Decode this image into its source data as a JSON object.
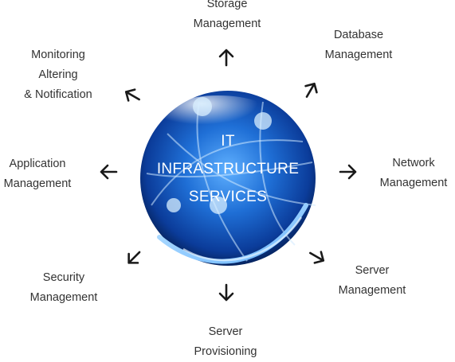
{
  "center": {
    "lines": [
      "IT",
      "INFRASTRUCTURE",
      "SERVICES"
    ]
  },
  "nodes": [
    {
      "id": "storage",
      "lines": [
        "Storage",
        "Management"
      ]
    },
    {
      "id": "database",
      "lines": [
        "Database",
        "Management"
      ]
    },
    {
      "id": "network",
      "lines": [
        "Network",
        "Management"
      ]
    },
    {
      "id": "server",
      "lines": [
        "Server",
        "Management"
      ]
    },
    {
      "id": "provisioning",
      "lines": [
        "Server",
        "Provisioning"
      ]
    },
    {
      "id": "security",
      "lines": [
        "Security",
        "Management"
      ]
    },
    {
      "id": "application",
      "lines": [
        "Application",
        "Management"
      ]
    },
    {
      "id": "monitoring",
      "lines": [
        "Monitoring",
        "Altering",
        "& Notification"
      ]
    }
  ],
  "colors": {
    "globe_dark": "#0a2f7a",
    "globe_mid": "#1f6fd6",
    "globe_light": "#9fd2ff",
    "arrow": "#1a1a1a",
    "label": "#333333"
  },
  "icons": {
    "arrow": "arrow-icon"
  }
}
